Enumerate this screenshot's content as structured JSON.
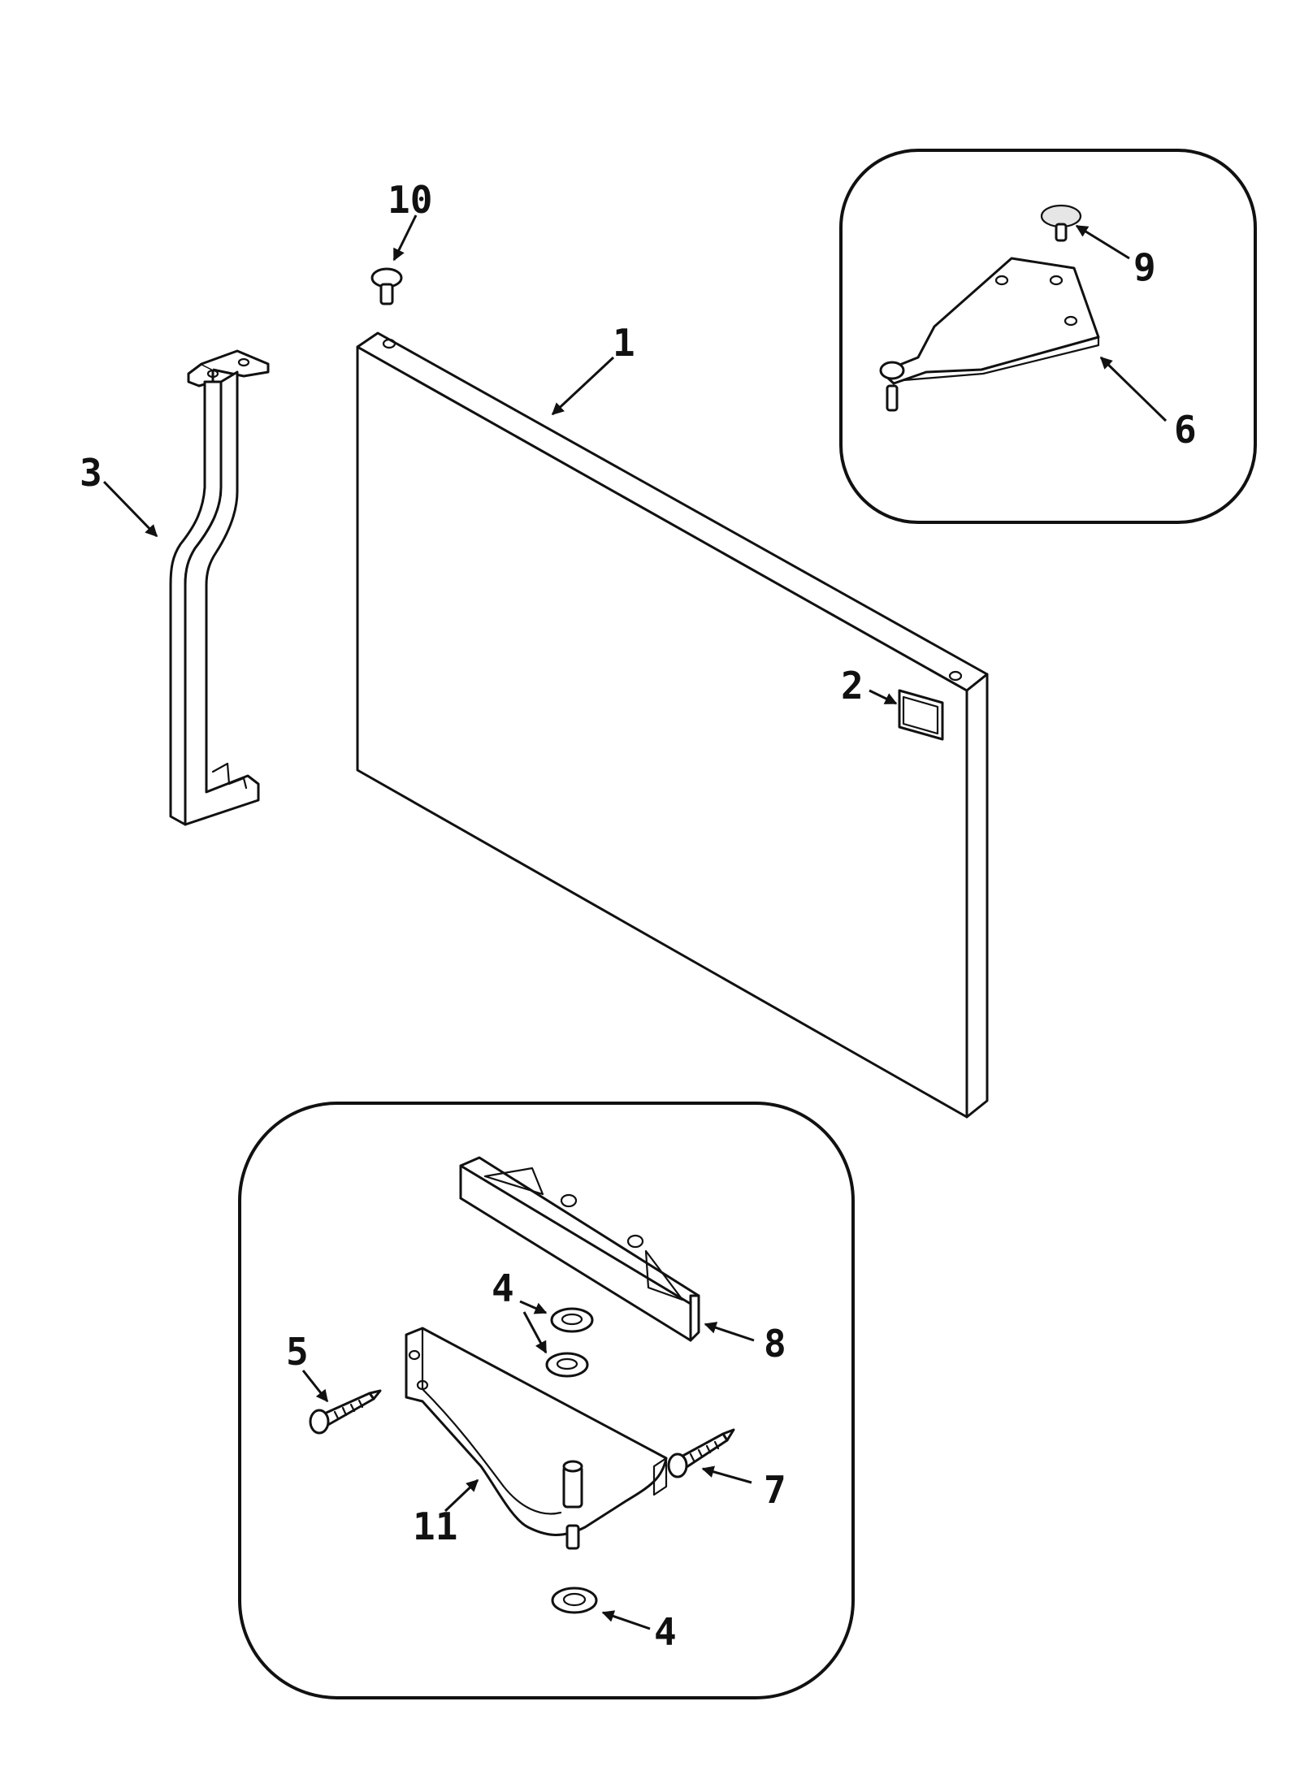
{
  "callouts": {
    "c1": "1",
    "c2": "2",
    "c3": "3",
    "c4a": "4",
    "c4b": "4",
    "c5": "5",
    "c6": "6",
    "c7": "7",
    "c8": "8",
    "c9": "9",
    "c10": "10",
    "c11": "11"
  },
  "colors": {
    "ink": "#111111",
    "background": "#ffffff"
  }
}
